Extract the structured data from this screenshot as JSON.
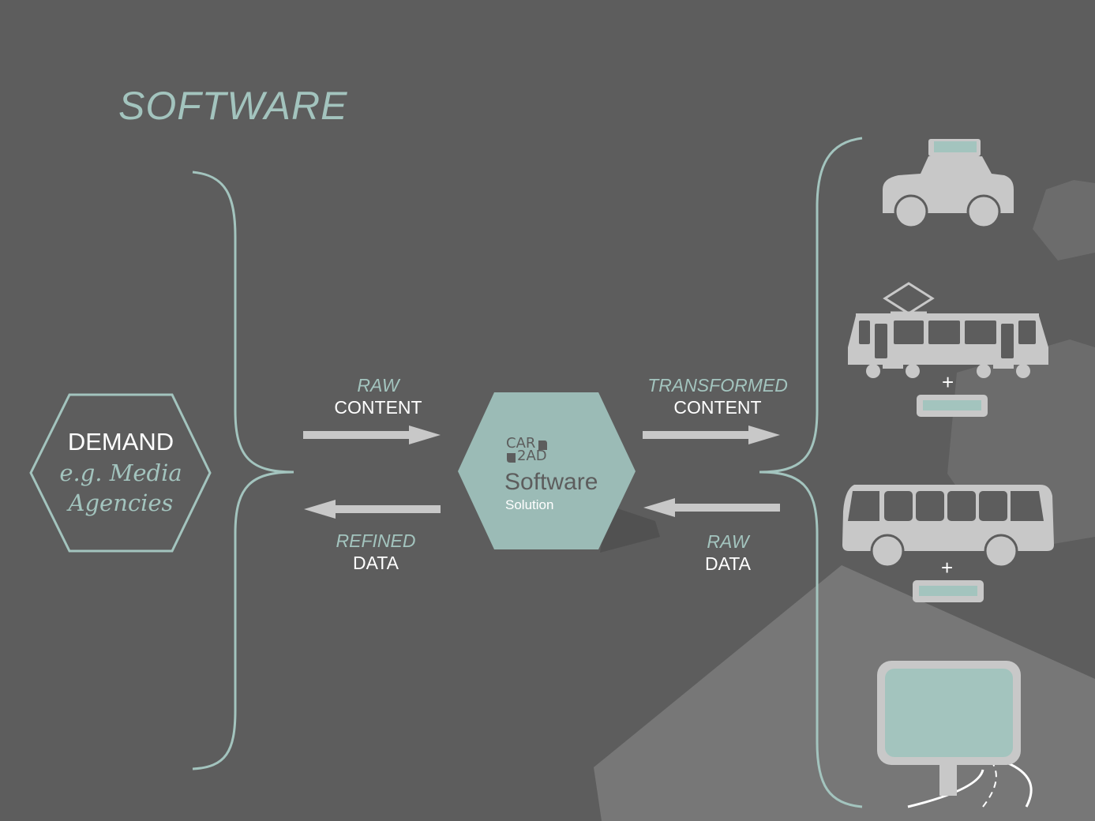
{
  "title": "SOFTWARE",
  "demand": {
    "label": "DEMAND",
    "sub1": "e.g. Media",
    "sub2": "Agencies"
  },
  "hub": {
    "logo_line1": "CAR",
    "logo_line2": "2AD",
    "name": "Software",
    "sub": "Solution"
  },
  "flows": {
    "raw_content": {
      "italic": "RAW",
      "upper": "CONTENT"
    },
    "refined_data": {
      "italic": "REFINED",
      "upper": "DATA"
    },
    "transformed_content": {
      "italic": "TRANSFORMED",
      "upper": "CONTENT"
    },
    "raw_data": {
      "italic": "RAW",
      "upper": "DATA"
    }
  },
  "vehicles": [
    "car-icon",
    "tram-icon",
    "bus-icon",
    "billboard-icon"
  ],
  "plus_sign": "+",
  "colors": {
    "background": "#5d5d5d",
    "accent": "#a3c4be",
    "icon_gray": "#c8c8c8",
    "shape_gray": "#777777"
  }
}
